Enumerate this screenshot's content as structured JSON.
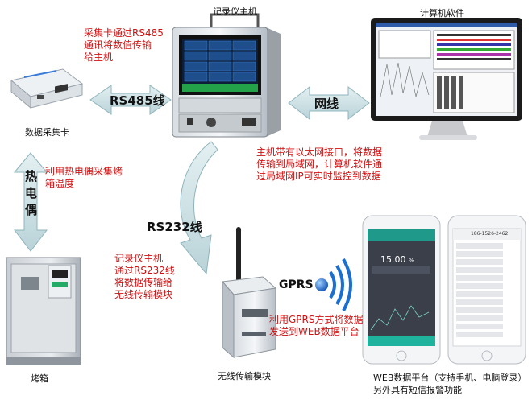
{
  "labels": {
    "recorder": "记录仪主机",
    "computer": "计算机软件",
    "daq": "数据采集卡",
    "oven": "烤箱",
    "wireless": "无线传输模块",
    "web": "WEB数据平台（支持手机、电脑登录）",
    "sms": "另外具有短信报警功能"
  },
  "links": {
    "rs485": "RS485线",
    "network": "网线",
    "thermocouple": [
      "热",
      "电",
      "偶"
    ],
    "rs232": "RS232线",
    "gprs": "GPRS"
  },
  "notes": {
    "daq_to_host": [
      "采集卡通过RS485",
      "通讯将数值传输",
      "给主机"
    ],
    "thermo": [
      "利用热电偶采集烤",
      "箱温度"
    ],
    "lan": [
      "主机带有以太网接口，将数据",
      "传输到局域网，计算机软件通",
      "过局域网IP可实时监控到数据"
    ],
    "host_to_wireless": [
      "记录仪主机",
      "通过RS232线",
      "将数据传输给",
      "无线传输模块"
    ],
    "gprs_to_web": [
      "利用GPRS方式将数据",
      "发送到WEB数据平台"
    ]
  },
  "phone1": {
    "value": "15.00",
    "unit": "%"
  },
  "phone2": {
    "number": "186-1526-2462"
  },
  "colors": {
    "note_red": "#d01010",
    "arrow_fill": "#cfe2e6",
    "arrow_stroke": "#8fb4bc",
    "gprs_blue": "#1a6fd1"
  }
}
